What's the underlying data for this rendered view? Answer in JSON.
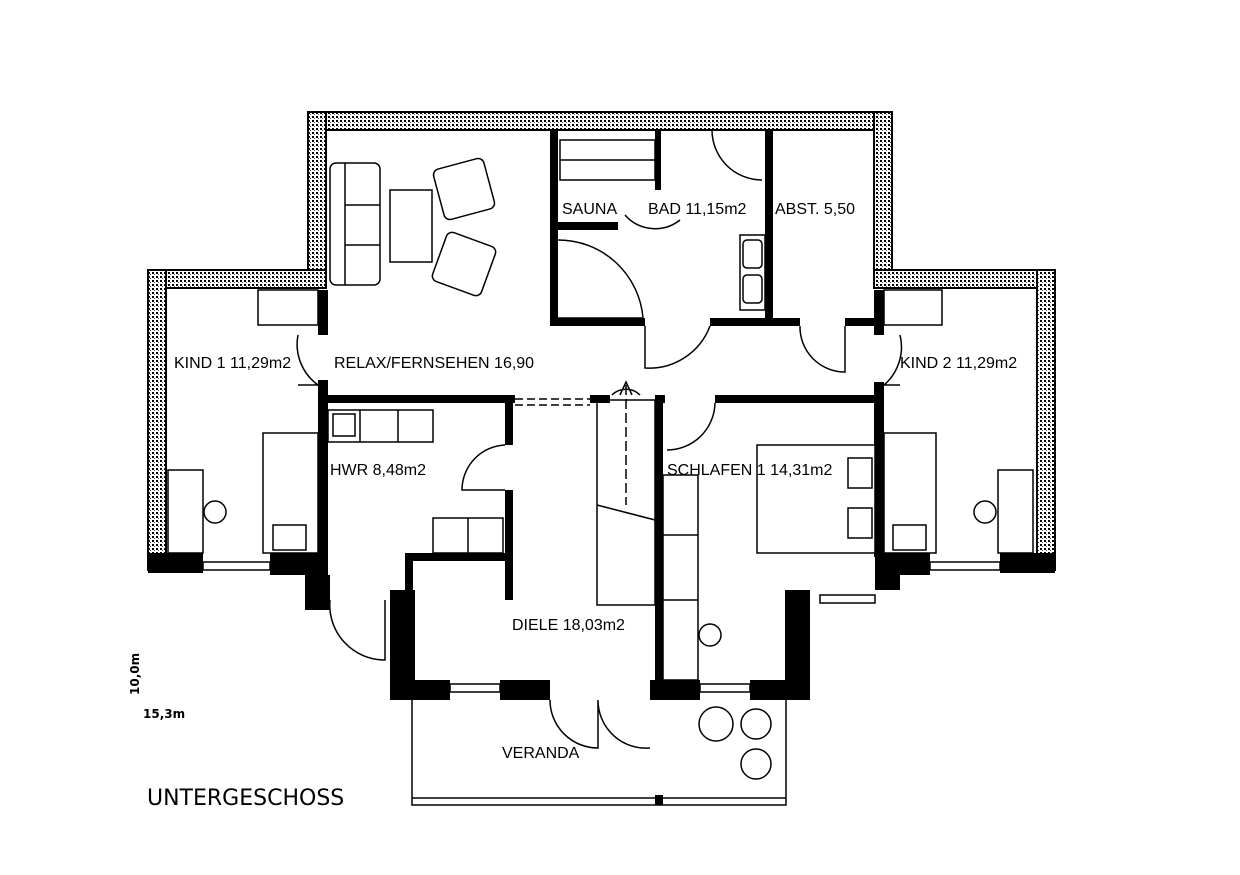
{
  "plan": {
    "title": "UNTERGESCHOSS",
    "dimensions": {
      "width": "15,3m",
      "depth": "10,0m"
    },
    "rooms": {
      "kind1": "KIND 1 11,29m2",
      "relax": "RELAX/FERNSEHEN 16,90",
      "sauna": "SAUNA",
      "bad": "BAD 11,15m2",
      "abst": "ABST. 5,50",
      "kind2": "KIND 2 11,29m2",
      "hwr": "HWR 8,48m2",
      "schlafen": "SCHLAFEN 1 14,31m2",
      "diele": "DIELE 18,03m2",
      "veranda": "VERANDA"
    }
  }
}
